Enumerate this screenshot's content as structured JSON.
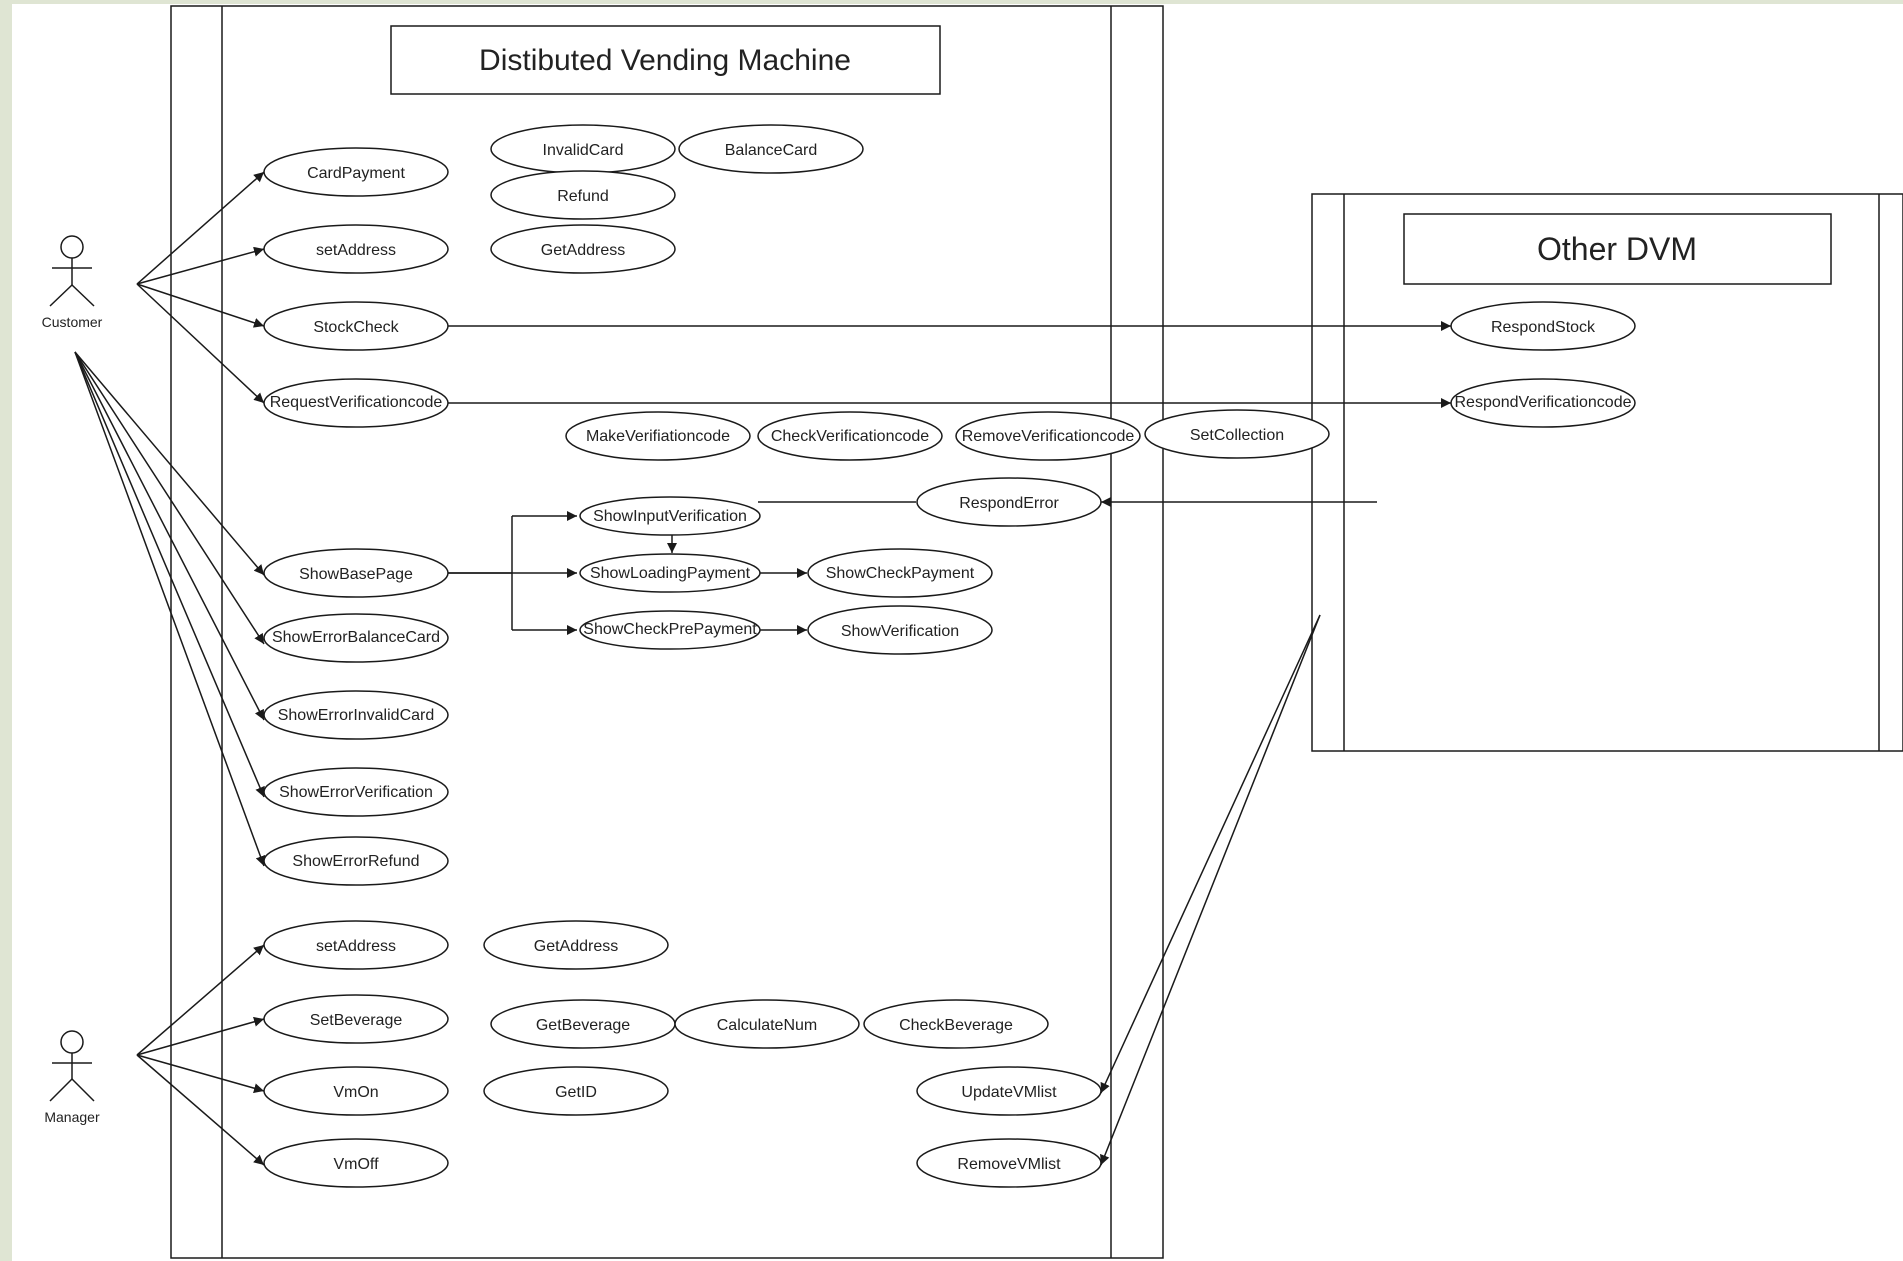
{
  "colors": {
    "background": "#dfe5d3",
    "canvas": "#ffffff",
    "stroke": "#1a1a1a"
  },
  "systems": {
    "main": {
      "title": "Distibuted Vending Machine"
    },
    "other": {
      "title": "Other DVM"
    }
  },
  "actors": {
    "customer": {
      "label": "Customer",
      "icon": "stick-figure-icon"
    },
    "manager": {
      "label": "Manager",
      "icon": "stick-figure-icon"
    }
  },
  "use_cases": {
    "card_payment": "CardPayment",
    "invalid_card": "InvalidCard",
    "balance_card": "BalanceCard",
    "refund": "Refund",
    "set_address_customer": "setAddress",
    "get_address_customer": "GetAddress",
    "stock_check": "StockCheck",
    "request_verification_code": "RequestVerificationcode",
    "make_verification_code": "MakeVerifiationcode",
    "check_verification_code": "CheckVerificationcode",
    "remove_verification_code": "RemoveVerificationcode",
    "set_collection": "SetCollection",
    "show_input_verification": "ShowInputVerification",
    "respond_error": "RespondError",
    "show_base_page": "ShowBasePage",
    "show_loading_payment": "ShowLoadingPayment",
    "show_check_payment": "ShowCheckPayment",
    "show_check_pre_payment": "ShowCheckPrePayment",
    "show_verification": "ShowVerification",
    "show_error_balance_card": "ShowErrorBalanceCard",
    "show_error_invalid_card": "ShowErrorInvalidCard",
    "show_error_verification": "ShowErrorVerification",
    "show_error_refund": "ShowErrorRefund",
    "set_address_manager": "setAddress",
    "get_address_manager": "GetAddress",
    "set_beverage": "SetBeverage",
    "get_beverage": "GetBeverage",
    "calculate_num": "CalculateNum",
    "check_beverage": "CheckBeverage",
    "vm_on": "VmOn",
    "get_id": "GetID",
    "update_vm_list": "UpdateVMlist",
    "vm_off": "VmOff",
    "remove_vm_list": "RemoveVMlist",
    "respond_stock": "RespondStock",
    "respond_verification_code": "RespondVerificationcode"
  }
}
